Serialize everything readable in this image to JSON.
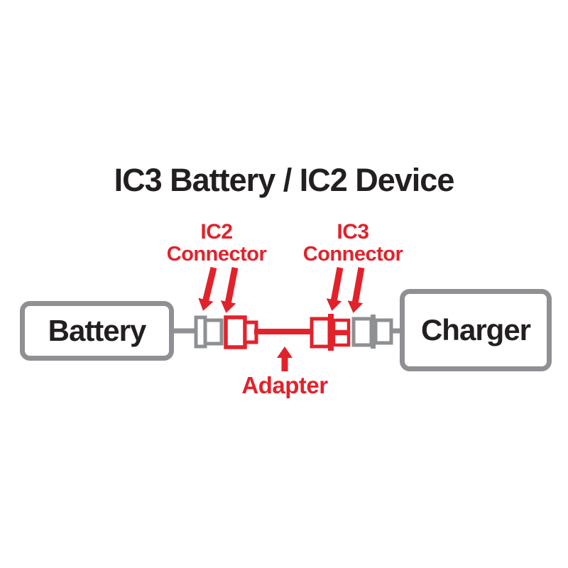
{
  "title": "IC3 Battery / IC2 Device",
  "nodes": {
    "battery": "Battery",
    "charger": "Charger"
  },
  "callouts": {
    "ic2": {
      "line1": "IC2",
      "line2": "Connector"
    },
    "ic3": {
      "line1": "IC3",
      "line2": "Connector"
    },
    "adapter": "Adapter"
  },
  "connectors": {
    "ic2_female": "IC2 connector on battery lead (gray)",
    "ic2_male": "IC2 connector on adapter (red)",
    "ic3_male": "IC3 connector on adapter (red)",
    "ic3_female": "IC3 connector on charger lead (gray)"
  },
  "colors": {
    "accent_red": "#e2222b",
    "wire_gray": "#8e9093",
    "text_black": "#231f20",
    "background": "#ffffff"
  }
}
